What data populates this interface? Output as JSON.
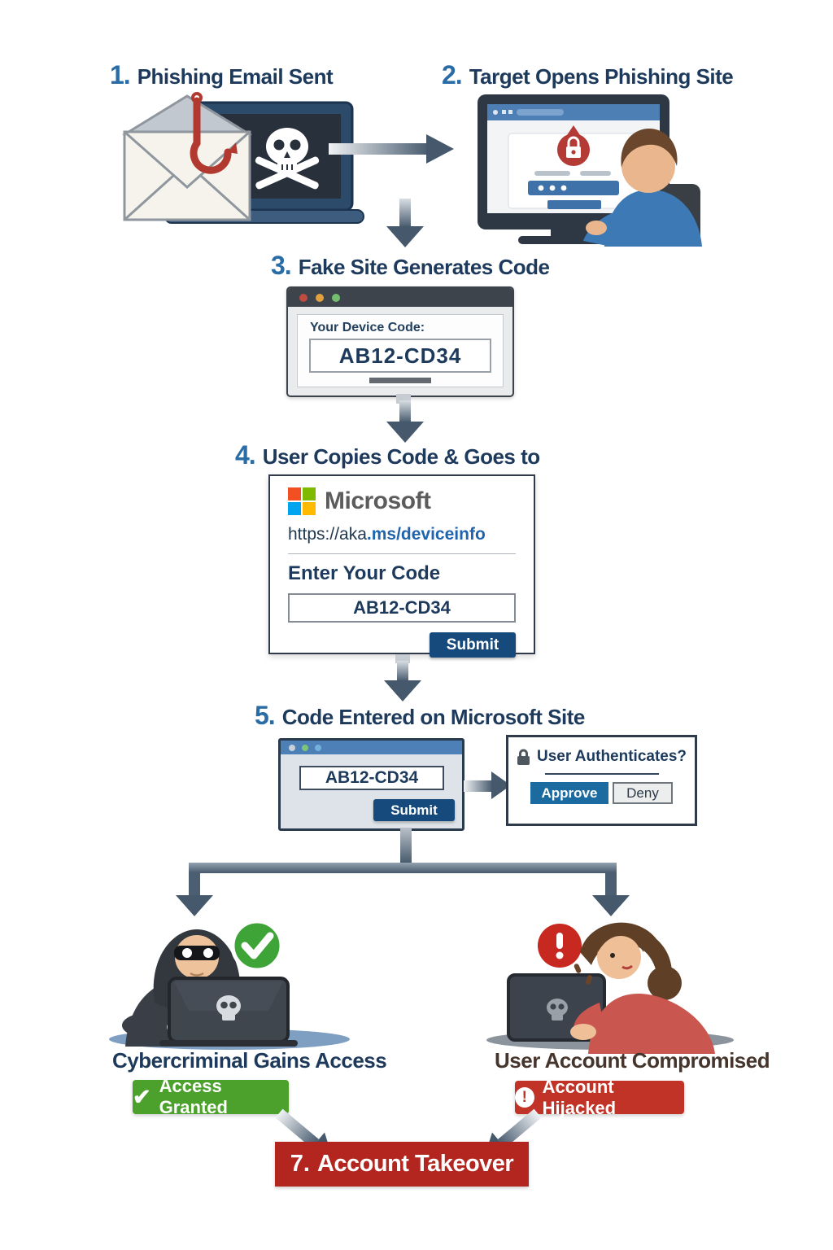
{
  "titles": {
    "step1": {
      "num": "1.",
      "text": "Phishing Email Sent"
    },
    "step2": {
      "num": "2.",
      "text": "Target Opens Phishing Site"
    },
    "step3": {
      "num": "3.",
      "text": "Fake Site Generates Code"
    },
    "step4": {
      "num": "4.",
      "text": "User Copies Code & Goes to"
    },
    "step5": {
      "num": "5.",
      "text": "Code Entered on Microsoft Site"
    },
    "step7": {
      "num": "7.",
      "text": "Account Takeover"
    }
  },
  "fake_site_window": {
    "device_code_label": "Your Device Code:",
    "device_code": "AB12-CD34"
  },
  "microsoft_card": {
    "brand": "Microsoft",
    "url_prefix": "https://aka",
    "url_highlight": ".ms/deviceinfo",
    "enter_code_label": "Enter Your Code",
    "code_value": "AB12-CD34",
    "submit_label": "Submit"
  },
  "code_entry_window": {
    "code_value": "AB12-CD34",
    "submit_label": "Submit"
  },
  "auth_panel": {
    "question": "User Authenticates?",
    "approve_label": "Approve",
    "deny_label": "Deny"
  },
  "outcome_left": {
    "label": "Cybercriminal Gains Access",
    "badge_check": "✔",
    "badge_label": "Access Granted"
  },
  "outcome_right": {
    "label": "User Account Compromised",
    "badge_mark": "!",
    "badge_label": "Account Hijacked"
  },
  "colors": {
    "headline_navy": "#1d3a5c",
    "number_blue": "#2a6ca5",
    "arrow_slate": "#46596c",
    "navy_button": "#174a7c",
    "approve_blue": "#1b6aa0",
    "green_badge": "#4ca02c",
    "red_badge": "#c13227",
    "banner_red": "#b2261f",
    "url_blue": "#2064ae",
    "label_brown": "#46352c"
  }
}
